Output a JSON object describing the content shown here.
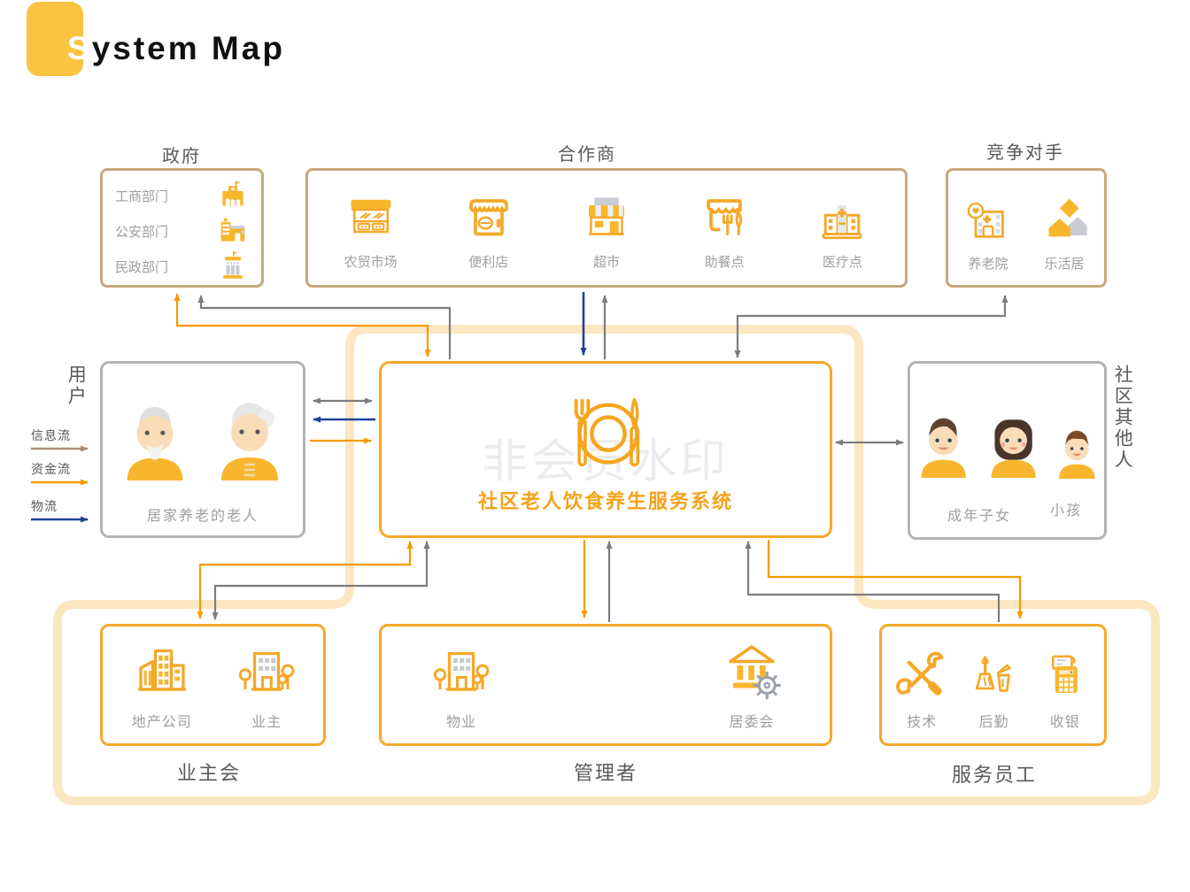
{
  "page": {
    "title": "System Map",
    "watermark": "非会员水印"
  },
  "legend": {
    "items": [
      {
        "label": "信息流",
        "color": "#AC8F72"
      },
      {
        "label": "资金流",
        "color": "#F59B00"
      },
      {
        "label": "物流",
        "color": "#21409A"
      }
    ]
  },
  "government": {
    "title": "政府",
    "items": [
      {
        "label": "工商部门",
        "icon": "commerce-bureau-building-icon"
      },
      {
        "label": "公安部门",
        "icon": "police-station-icon"
      },
      {
        "label": "民政部门",
        "icon": "civil-affairs-building-icon"
      }
    ]
  },
  "partners": {
    "title": "合作商",
    "items": [
      {
        "label": "农贸市场",
        "icon": "farmers-market-icon"
      },
      {
        "label": "便利店",
        "icon": "convenience-store-icon"
      },
      {
        "label": "超市",
        "icon": "supermarket-icon"
      },
      {
        "label": "助餐点",
        "icon": "meal-station-icon"
      },
      {
        "label": "医疗点",
        "icon": "medical-station-icon"
      }
    ]
  },
  "competitors": {
    "title": "竞争对手",
    "items": [
      {
        "label": "养老院",
        "icon": "nursing-home-icon"
      },
      {
        "label": "乐活居",
        "icon": "houses-icon"
      }
    ]
  },
  "users": {
    "title": "用户",
    "caption": "居家养老的老人"
  },
  "system": {
    "title": "社区老人饮食养生服务系统"
  },
  "community": {
    "title": "社区其他人",
    "items": [
      {
        "label": "成年子女"
      },
      {
        "label": "小孩"
      }
    ]
  },
  "owners": {
    "title": "业主会",
    "items": [
      {
        "label": "地产公司",
        "icon": "real-estate-company-icon"
      },
      {
        "label": "业主",
        "icon": "owner-building-icon"
      }
    ]
  },
  "managers": {
    "title": "管理者",
    "items": [
      {
        "label": "物业",
        "icon": "property-management-icon"
      },
      {
        "label": "居委会",
        "icon": "neighborhood-committee-icon"
      }
    ]
  },
  "staff": {
    "title": "服务员工",
    "items": [
      {
        "label": "技术",
        "icon": "technology-tools-icon"
      },
      {
        "label": "后勤",
        "icon": "logistics-cleaning-icon"
      },
      {
        "label": "收银",
        "icon": "cashier-pos-icon"
      }
    ]
  }
}
